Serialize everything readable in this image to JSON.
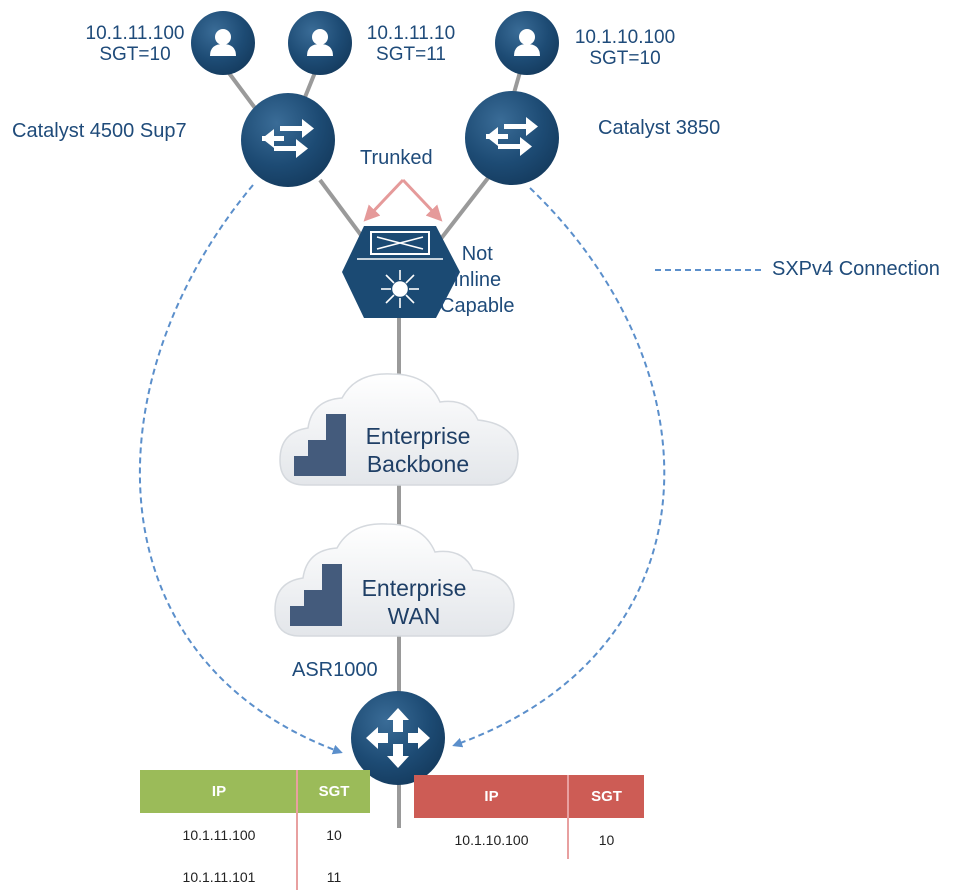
{
  "hosts": [
    {
      "ip": "10.1.11.100",
      "sgt": "SGT=10"
    },
    {
      "ip": "10.1.11.10",
      "sgt": "SGT=11"
    },
    {
      "ip": "10.1.10.100",
      "sgt": "SGT=10"
    }
  ],
  "switches": {
    "left": "Catalyst 4500 Sup7",
    "right": "Catalyst 3850"
  },
  "trunk_label": "Trunked",
  "middle_device": {
    "line1": "Not",
    "line2": "Inline",
    "line3": "Capable"
  },
  "legend": {
    "label": "SXPv4 Connection"
  },
  "clouds": [
    {
      "line1": "Enterprise",
      "line2": "Backbone"
    },
    {
      "line1": "Enterprise",
      "line2": "WAN"
    }
  ],
  "router": "ASR1000",
  "tables": {
    "left": {
      "headers": [
        "IP",
        "SGT"
      ],
      "rows": [
        [
          "10.1.11.100",
          "10"
        ],
        [
          "10.1.11.101",
          "11"
        ]
      ],
      "color": "#9bbb59"
    },
    "right": {
      "headers": [
        "IP",
        "SGT"
      ],
      "rows": [
        [
          "10.1.10.100",
          "10"
        ]
      ],
      "color": "#cd5c55"
    }
  },
  "colors": {
    "node": "#1b4a73",
    "text": "#1f4b7a",
    "sxp_dash": "#5b8fcb",
    "trunk_arrow": "#e59a9a",
    "link": "#9a9a9a"
  }
}
